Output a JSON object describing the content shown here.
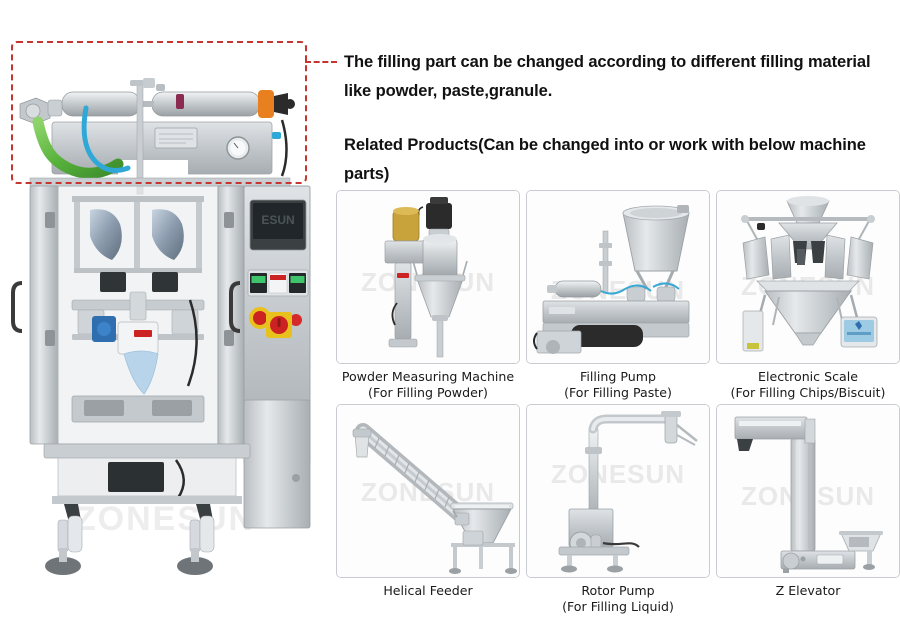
{
  "callout": {
    "headline_1": "The filling part can be changed according to different filling material like powder, paste,granule.",
    "headline_2": "Related Products(Can be changed into or work with below machine parts)",
    "box_color": "#c4362f"
  },
  "machine": {
    "name": "vertical-form-fill-seal-packing-machine",
    "watermark": "ZONESUN",
    "highlighted_part": "filling pump module",
    "colors": {
      "body": "#cfd3d6",
      "accent_orange": "#e8801f",
      "emergency_red": "#cc2222",
      "hose_green": "#6cbf4a",
      "hose_blue": "#2fa8d8"
    }
  },
  "products": [
    {
      "icon": "powder-auger-filler",
      "label": "Powder Measuring Machine\n(For Filling Powder)",
      "watermark": "ZONESUN"
    },
    {
      "icon": "piston-filling-pump",
      "label": "Filling Pump\n(For Filling Paste)",
      "watermark": "ZONESUN"
    },
    {
      "icon": "multihead-weigher",
      "label": "Electronic Scale\n(For Filling Chips/Biscuit)",
      "watermark": "ZONESUN"
    },
    {
      "icon": "helical-screw-feeder",
      "label": "Helical Feeder",
      "watermark": "ZONESUN"
    },
    {
      "icon": "rotor-pump",
      "label": "Rotor Pump\n(For Filling Liquid)",
      "watermark": "ZONESUN"
    },
    {
      "icon": "z-elevator-conveyor",
      "label": "Z Elevator",
      "watermark": "ZONESUN"
    }
  ]
}
